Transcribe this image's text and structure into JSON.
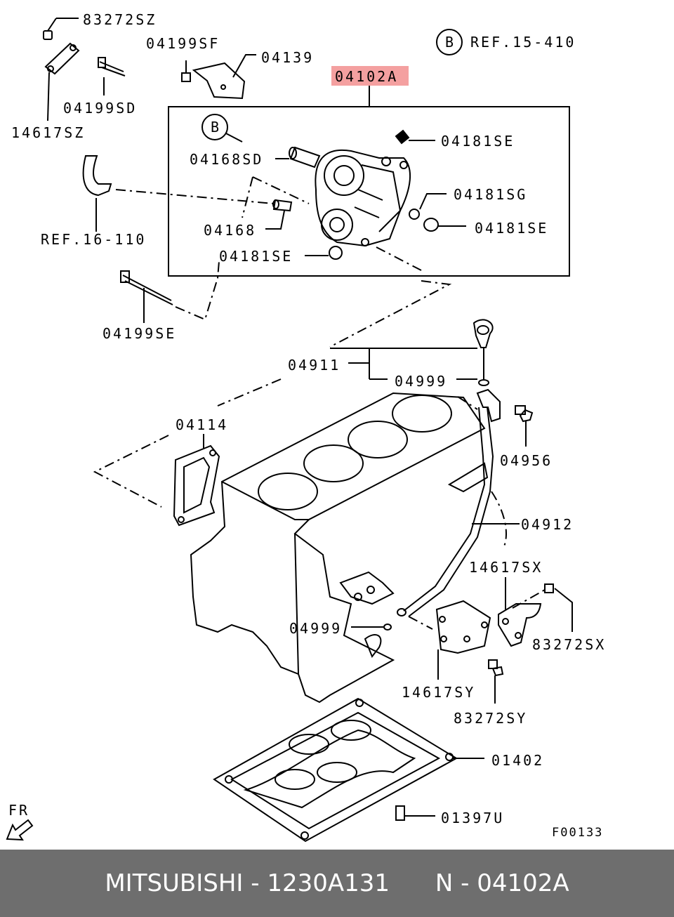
{
  "diagram": {
    "labels": {
      "l_83272SZ": "83272SZ",
      "l_04199SF": "04199SF",
      "l_04139": "04139",
      "l_04199SD": "04199SD",
      "l_14617SZ": "14617SZ",
      "l_ref15": "REF.15-410",
      "l_04102A": "04102A",
      "l_04168SD": "04168SD",
      "l_04181SE_a": "04181SE",
      "l_04181SG": "04181SG",
      "l_04181SE_b": "04181SE",
      "l_04168": "04168",
      "l_04181SE_c": "04181SE",
      "l_ref16": "REF.16-110",
      "l_04199SE": "04199SE",
      "l_04911": "04911",
      "l_04999_a": "04999",
      "l_04114": "04114",
      "l_04956": "04956",
      "l_04912": "04912",
      "l_14617SX": "14617SX",
      "l_83272SX": "83272SX",
      "l_04999_b": "04999",
      "l_14617SY": "14617SY",
      "l_83272SY": "83272SY",
      "l_01402": "01402",
      "l_01397U": "01397U",
      "l_fr": "FR",
      "l_code": "F00133",
      "b_circle_1": "B",
      "b_circle_2": "B"
    },
    "highlight_color": "#f4a0a0"
  },
  "footer": {
    "brand": "MITSUBISHI",
    "part_number": "1230A131",
    "ref": "N - 04102A"
  }
}
